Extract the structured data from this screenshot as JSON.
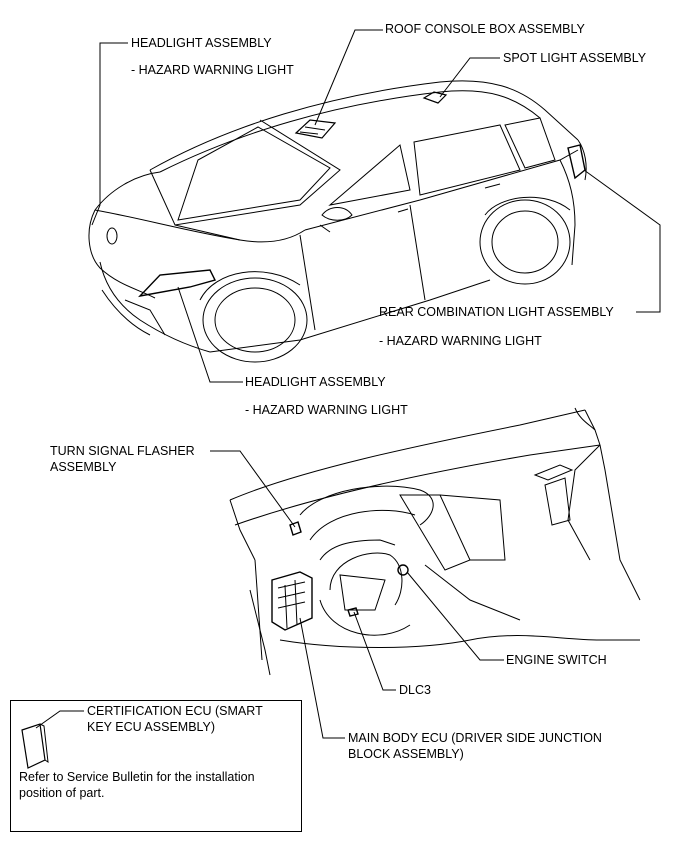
{
  "labels": {
    "headlight_top": "HEADLIGHT ASSEMBLY",
    "headlight_top_sub": "- HAZARD WARNING LIGHT",
    "roof_console": "ROOF CONSOLE BOX ASSEMBLY",
    "spot_light": "SPOT LIGHT ASSEMBLY",
    "rear_combination": "REAR COMBINATION LIGHT ASSEMBLY",
    "rear_combination_sub": "- HAZARD WARNING LIGHT",
    "headlight_bottom": "HEADLIGHT ASSEMBLY",
    "headlight_bottom_sub": "- HAZARD WARNING LIGHT",
    "turn_signal_line1": "TURN SIGNAL FLASHER",
    "turn_signal_line2": "ASSEMBLY",
    "engine_switch": "ENGINE SWITCH",
    "dlc3": "DLC3",
    "main_body_line1": "MAIN BODY ECU (DRIVER SIDE JUNCTION",
    "main_body_line2": "BLOCK ASSEMBLY)",
    "cert_ecu_line1": "CERTIFICATION ECU (SMART",
    "cert_ecu_line2": "KEY ECU ASSEMBLY)",
    "note_line1": "Refer to Service Bulletin for the installation",
    "note_line2": "position of part."
  }
}
